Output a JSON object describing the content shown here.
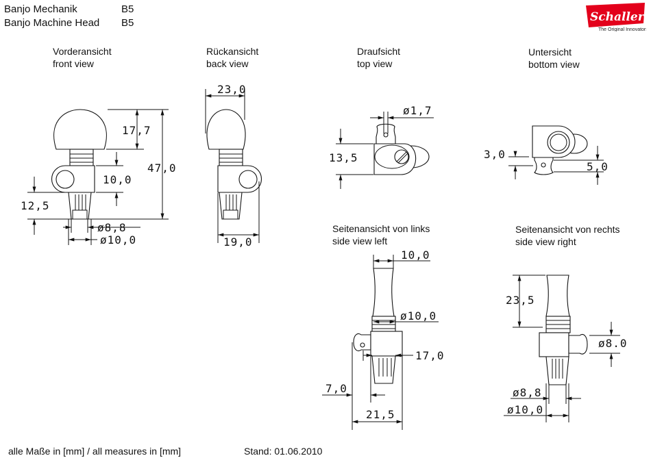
{
  "header": {
    "title_de": "Banjo Mechanik",
    "title_en": "Banjo Machine Head",
    "model_de": "B5",
    "model_en": "B5"
  },
  "logo": {
    "brand": "Schaller",
    "tagline": "The Original Innovators",
    "color": "#e3001b"
  },
  "views": {
    "front": {
      "de": "Vorderansicht",
      "en": "front view",
      "dims": [
        "17,7",
        "47,0",
        "10,0",
        "12,5",
        "ø8,8",
        "ø10,0"
      ]
    },
    "back": {
      "de": "Rückansicht",
      "en": "back view",
      "dims": [
        "23,0",
        "19,0"
      ]
    },
    "top": {
      "de": "Draufsicht",
      "en": "top view",
      "dims": [
        "ø1,7",
        "13,5"
      ]
    },
    "bottom": {
      "de": "Untersicht",
      "en": "bottom view",
      "dims": [
        "3,0",
        "5,0"
      ]
    },
    "left": {
      "de": "Seitenansicht von links",
      "en": "side view left",
      "dims": [
        "10,0",
        "ø10,0",
        "17,0",
        "7,0",
        "21,5"
      ]
    },
    "right": {
      "de": "Seitenansicht von rechts",
      "en": "side view right",
      "dims": [
        "23,5",
        "ø8.0",
        "ø8,8",
        "ø10,0"
      ]
    }
  },
  "footer": {
    "units": "alle Maße in [mm] / all measures in [mm]",
    "date": "Stand: 01.06.2010"
  }
}
